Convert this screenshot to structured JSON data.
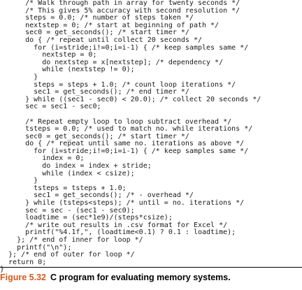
{
  "code_lines": [
    "      /* Walk through path in array for twenty seconds */",
    "      /* This gives 5% accuracy with second resolution */",
    "      steps = 0.0; /* number of steps taken */",
    "      nextstep = 0; /* start at beginning of path */",
    "      sec0 = get_seconds(); /* start timer */",
    "      do { /* repeat until collect 20 seconds */",
    "        for (i=stride;i!=0;i=i-1) { /* keep samples same */",
    "          nextstep = 0;",
    "          do nextstep = x[nextstep]; /* dependency */",
    "          while (nextstep != 0);",
    "        }",
    "        steps = steps + 1.0; /* count loop iterations */",
    "        sec1 = get_seconds(); /* end timer */",
    "      } while ((sec1 - sec0) < 20.0); /* collect 20 seconds */",
    "      sec = sec1 - sec0;",
    "",
    "      /* Repeat empty loop to loop subtract overhead */",
    "      tsteps = 0.0; /* used to match no. while iterations */",
    "      sec0 = get_seconds(); /* start timer */",
    "      do { /* repeat until same no. iterations as above */",
    "        for (i=stride;i!=0;i=i-1) { /* keep samples same */",
    "          index = 0;",
    "          do index = index + stride;",
    "          while (index < csize);",
    "        }",
    "        tsteps = tsteps + 1.0;",
    "        sec1 = get_seconds(); /* - overhead */",
    "      } while (tsteps<steps); /* until = no. iterations */",
    "      sec = sec - (sec1 - sec0);",
    "      loadtime = (sec*1e9)/(steps*csize);",
    "      /* write out results in .csv format for Excel */",
    "      printf(\"%4.1f,\", (loadtime<0.1) ? 0.1 : loadtime);",
    "    }; /* end of inner for loop */",
    "    printf(\"\\n\");",
    "  }; /* end of outer for loop */",
    "  return 0;",
    "}"
  ],
  "caption": {
    "label": "Figure 5.32",
    "title": "C program for evaluating memory systems."
  }
}
